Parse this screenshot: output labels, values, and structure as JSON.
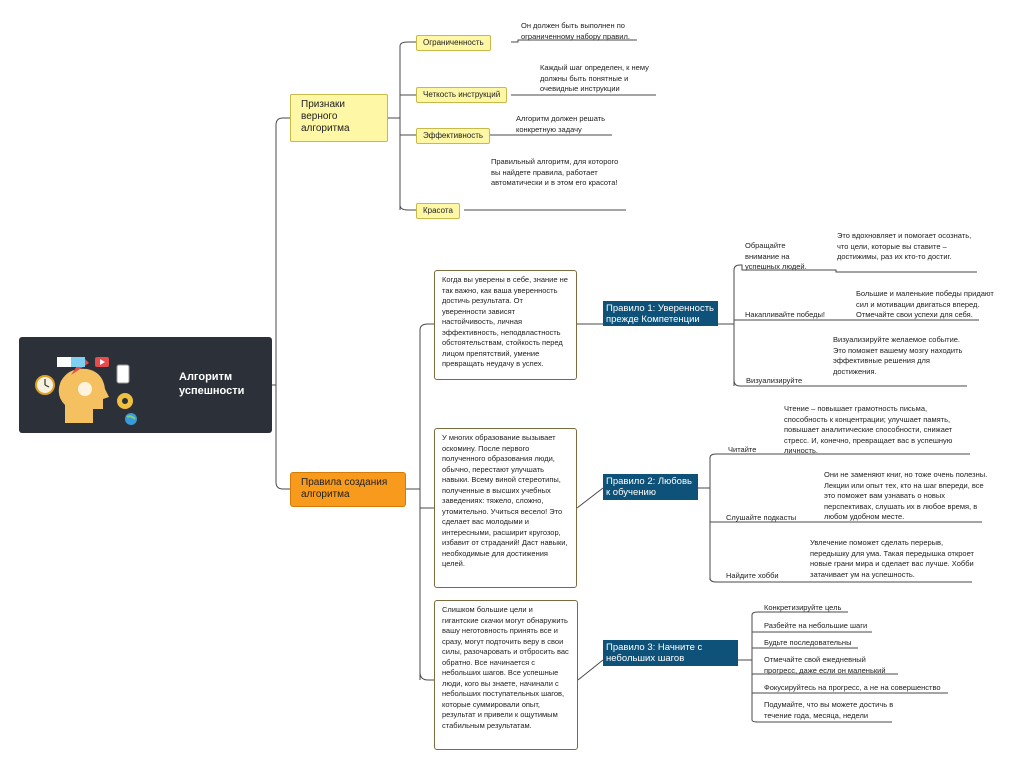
{
  "central": {
    "title": "Алгоритм успешности"
  },
  "branches": {
    "signs": {
      "label": "Признаки верного алгоритма",
      "items": [
        {
          "label": "Ограниченность",
          "note": "Он должен быть выполнен по ограниченному набору правил."
        },
        {
          "label": "Четкость инструкций",
          "note": "Каждый шаг определен, к нему должны быть понятные и очевидные инструкции"
        },
        {
          "label": "Эффективность",
          "note": "Алгоритм должен решать конкретную задачу"
        },
        {
          "label": "Красота",
          "note": "Правильный алгоритм, для которого вы найдете правила, работает автоматически и в этом его красота!"
        }
      ]
    },
    "rules": {
      "label": "Правила создания алгоритма",
      "rule1": {
        "label": "Правило 1: Уверенность прежде Компетенции",
        "card": "Когда вы уверены в себе, знание не так важно, как ваша уверенность достичь результата. От уверенности зависят настойчивость, личная эффективность, неподвластность обстоятельствам, стойкость перед лицом препятствий, умение превращать неудачу в успех.",
        "items": [
          {
            "label": "Обращайте внимание на успешных людей.",
            "note": "Это вдохновляет и помогает осознать, что цели, которые вы ставите – достижимы, раз их кто-то достиг."
          },
          {
            "label": "Накапливайте победы!",
            "note": "Большие и маленькие победы придают сил и мотивации двигаться вперед. Отмечайте свои успехи для себя."
          },
          {
            "label": "Визуализируйте",
            "note": "Визуализируйте желаемое событие. Это поможет вашему мозгу находить эффективные решения для достижения."
          }
        ]
      },
      "rule2": {
        "label": "Правило 2: Любовь к обучению",
        "card": "У многих образование вызывает оскомину. После первого полученного образования люди, обычно, перестают улучшать навыки. Всему виной стереотипы, полученные в высших учебных заведениях: тяжело, сложно, утомительно. Учиться весело! Это сделает вас молодыми и интересными, расширит кругозор, избавит от страданий! Даст навыки, необходимые для достижения целей.",
        "items": [
          {
            "label": "Читайте",
            "note": "Чтение – повышает грамотность письма, способность к концентрации; улучшает память, повышает аналитические способности, снижает стресс. И, конечно, превращает вас в успешную личность."
          },
          {
            "label": "Слушайте подкасты",
            "note": "Они не заменяют книг, но тоже очень полезны. Лекции или опыт тех, кто на шаг впереди, все это поможет вам узнавать о новых перспективах, слушать их в любое время, в любом удобном месте."
          },
          {
            "label": "Найдите хобби",
            "note": "Увлечение поможет сделать перерыв, передышку для ума. Такая передышка откроет новые грани мира и сделает вас лучше. Хобби затачивает ум на успешность."
          }
        ]
      },
      "rule3": {
        "label": "Правило 3: Начните с небольших шагов",
        "card": "Слишком большие цели и гигантские скачки могут обнаружить вашу неготовность принять все и сразу, могут подточить веру в свои силы, разочаровать и отбросить вас обратно. Все начинается с небольших шагов. Все успешные люди, кого вы знаете, начинали с небольших поступательных шагов, которые суммировали опыт, результат и привели к ощутимым стабильным результатам.",
        "items": [
          "Конкретизируйте цель",
          "Разбейте на небольшие шаги",
          "Будьте последовательны",
          "Отмечайте свой ежедневный прогресс, даже если он маленький",
          "Фокусируйтесь на прогресс, а не на совершенство",
          "Подумайте, что вы можете достичь в течение года, месяца, недели"
        ]
      }
    }
  },
  "colors": {
    "central_bg": "#2c3139",
    "signs_bg": "#fdf7a6",
    "rules_bg": "#f89a1c",
    "rule_bg": "#0f5279"
  },
  "icons": [
    "book-icon",
    "idea-head-icon",
    "gear-icon",
    "clock-icon",
    "globe-icon",
    "video-icon"
  ]
}
